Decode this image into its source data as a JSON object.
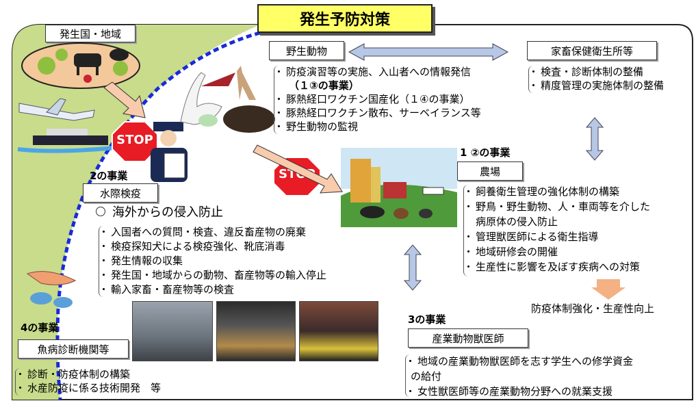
{
  "title": "発生予防対策",
  "origin": {
    "label": "発生国・地域"
  },
  "wildlife": {
    "label": "野生動物",
    "items": [
      "防疫演習等の実施、入山者への情報発信",
      "（１③の事業）",
      "豚熱経口ワクチン国産化（１④の事業）",
      "豚熱経口ワクチン散布、サーベイランス等",
      "野生動物の監視"
    ]
  },
  "livestock_office": {
    "label": "家畜保健衛生所等",
    "items": [
      "検査・診断体制の整備",
      "精度管理の実施体制の整備"
    ]
  },
  "border": {
    "tag": "2の事業",
    "label": "水際検疫",
    "heading": "海外からの侵入防止",
    "items": [
      "入国者への質問・検査、違反畜産物の廃棄",
      "検疫探知犬による検疫強化、靴底消毒",
      "発生情報の収集",
      "発生国・地域からの動物、畜産物等の輸入停止",
      "輸入家畜・畜産物等の検査"
    ]
  },
  "farm": {
    "tag": "1 ②の事業",
    "label": "農場",
    "items": [
      "飼養衛生管理の強化体制の構築",
      "野鳥・野生動物、人・車両等を介した",
      "病原体の侵入防止",
      "管理獣医師による衛生指導",
      "地域研修会の開催",
      "生産性に影響を及ぼす疾病への対策"
    ],
    "outcome": "防疫体制強化・生産性向上"
  },
  "vet": {
    "tag": "3の事業",
    "label": "産業動物獣医師",
    "items": [
      "地域の産業動物獣医師を志す学生への修学資金",
      "の給付",
      "女性獣医師等の産業動物分野への就業支援"
    ]
  },
  "fish": {
    "tag": "4の事業",
    "label": "魚病診断機関等",
    "items": [
      "診断・防疫体制の構築",
      "水産防疫に係る技術開発　等"
    ]
  },
  "stop_sign": "STOP",
  "colors": {
    "green": "#c8dc8c",
    "title_bg": "#ffff66",
    "arrow": "#b7c7e6",
    "dash": "#1a2bd8",
    "outcome_arrow": "#f4b183"
  }
}
